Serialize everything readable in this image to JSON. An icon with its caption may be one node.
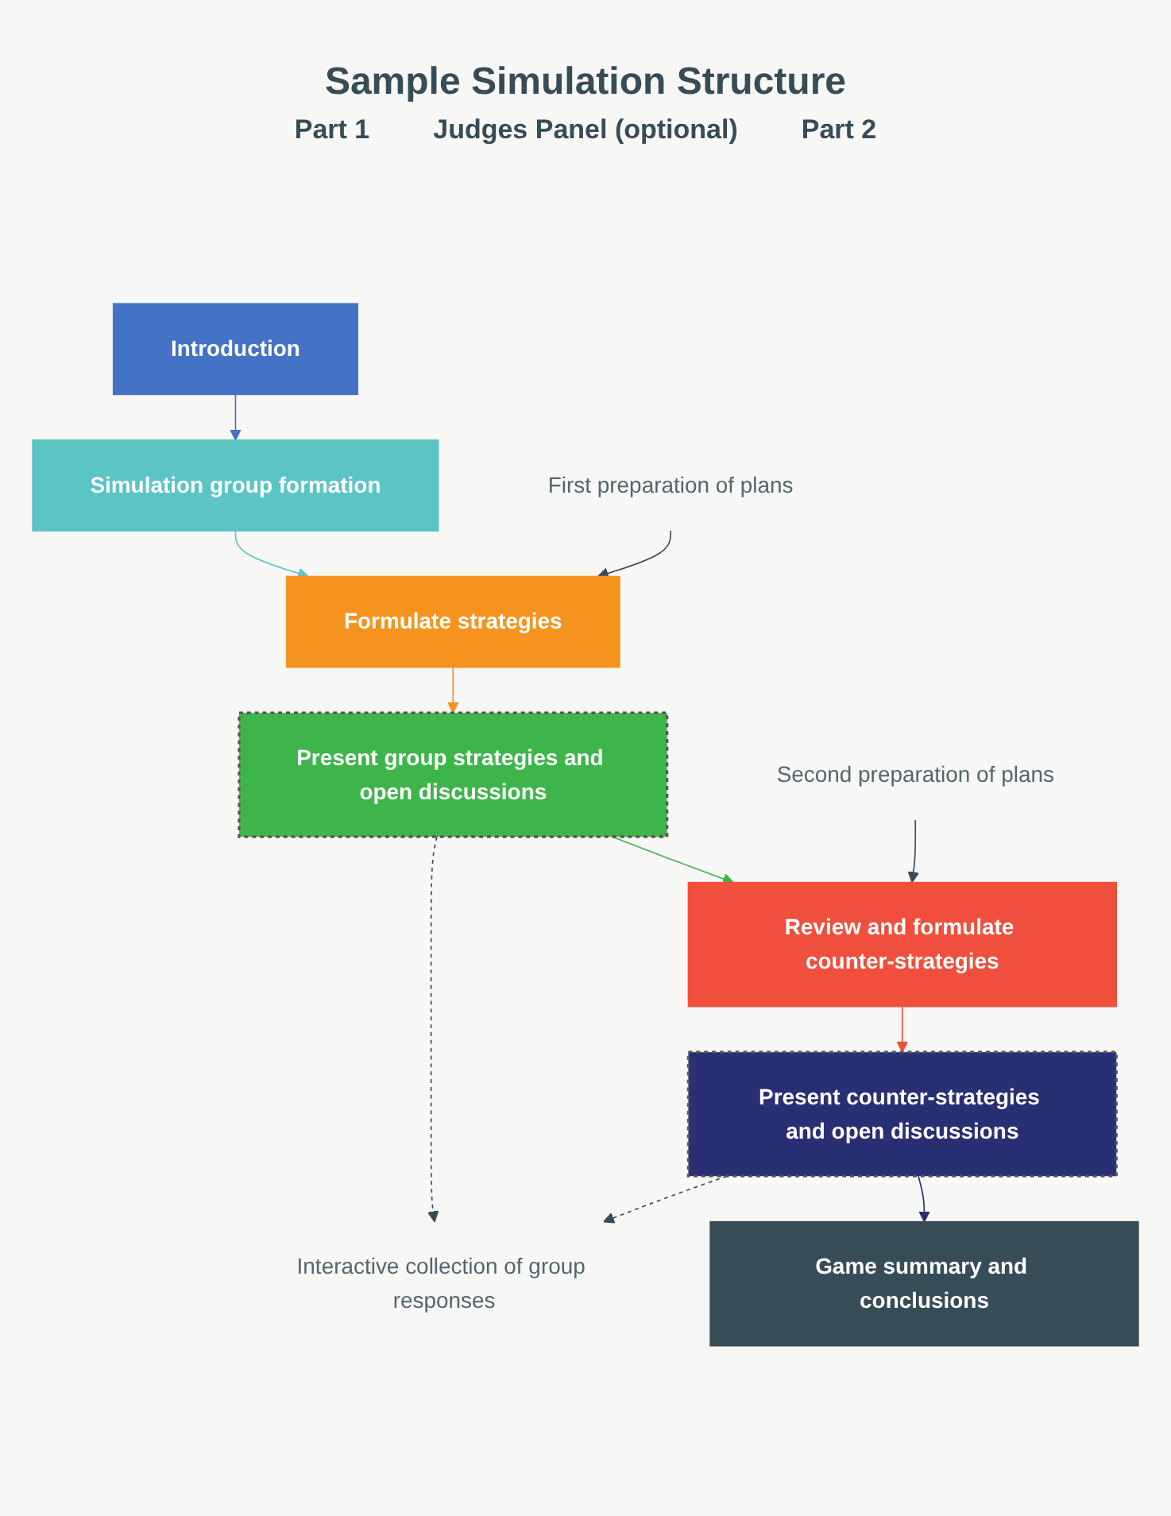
{
  "diagram": {
    "title": "Sample Simulation Structure",
    "nodes": [
      {
        "text": [
          "Introduction"
        ]
      },
      {
        "text": [
          "Simulation group formation"
        ]
      },
      {
        "text": [
          "First preparation of plans"
        ]
      },
      {
        "text": [
          "Formulate strategies"
        ]
      },
      {
        "text": [
          "Present group strategies and open discussions"
        ]
      },
      {
        "text": [
          "Second preparation of plans"
        ]
      },
      {
        "text": [
          "Review and formulate counter-strategies"
        ]
      },
      {
        "text": [
          "Interactive collection of group responses"
        ]
      },
      {
        "text": [
          "Present counter-strategies and open discussions"
        ]
      },
      {
        "text": [
          "Game summary and conclusions"
        ]
      }
    ],
    "edges": [
      {
        "from": 0,
        "to": 1,
        "arrow": "to",
        "color": "#4472c4"
      },
      {
        "from": 1,
        "to": 3,
        "arrow": "to",
        "color": "#5bc5c4"
      },
      {
        "from": 2,
        "to": 3,
        "arrow": "to",
        "color": "#364c57"
      },
      {
        "from": 3,
        "to": 4,
        "arrow": "to",
        "color": "#f5931e"
      },
      {
        "from": 4,
        "to": 7,
        "arrow": "to",
        "style": "dashed",
        "color": "#364c57"
      },
      {
        "from": 4,
        "to": 6,
        "arrow": "to",
        "color": "#3db54a"
      },
      {
        "from": 5,
        "to": 6,
        "arrow": "to",
        "color": "#364c57"
      },
      {
        "from": 6,
        "to": 8,
        "arrow": "to",
        "color": "#ef4f3c"
      },
      {
        "from": 8,
        "to": 7,
        "arrow": "to",
        "style": "dashed",
        "color": "#364c57"
      },
      {
        "from": 8,
        "to": 9,
        "arrow": "to",
        "color": "#292f73"
      }
    ],
    "labels": [
      "Part 1",
      "Judges Panel (optional)",
      "Part 2"
    ]
  }
}
